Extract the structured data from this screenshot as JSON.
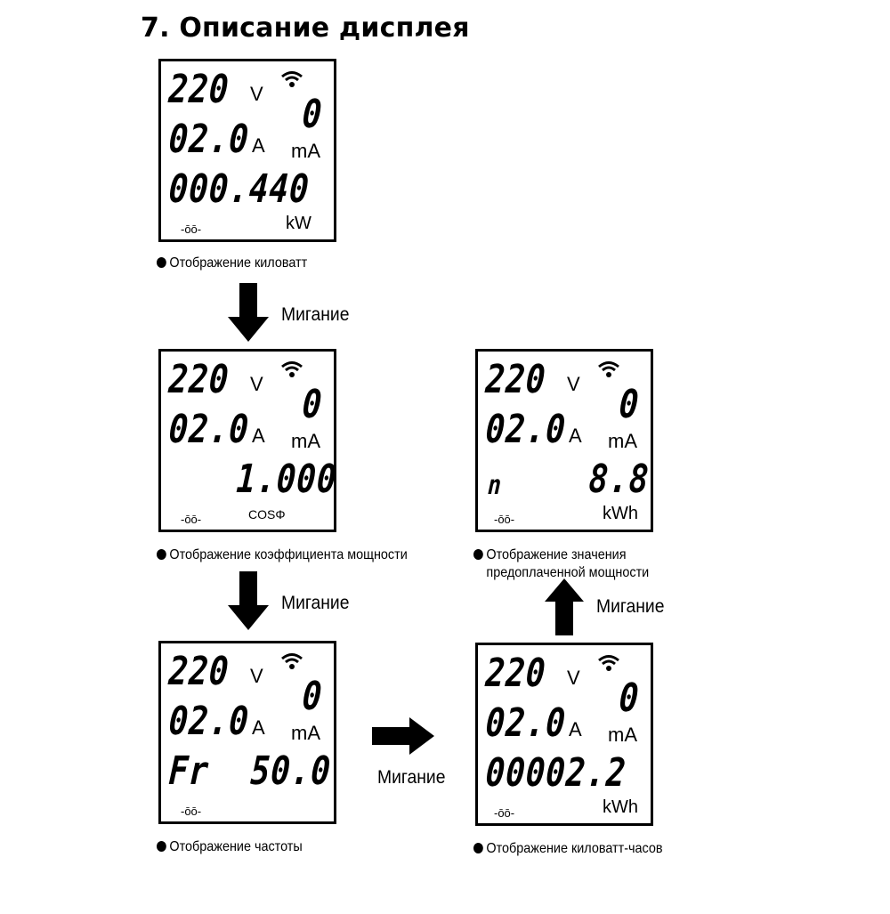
{
  "title": "7. Описание дисплея",
  "blink_label": "Мигание",
  "screens": {
    "kw": {
      "voltage": "220",
      "voltage_unit": "V",
      "leak": "0",
      "current": "02.0",
      "current_unit": "A",
      "leak_unit": "mA",
      "main_value": "000.440",
      "main_unit": "kW",
      "symbol": "-ōō-",
      "caption": "Отображение киловатт"
    },
    "pf": {
      "voltage": "220",
      "voltage_unit": "V",
      "leak": "0",
      "current": "02.0",
      "current_unit": "A",
      "leak_unit": "mA",
      "main_value": "1.000",
      "main_unit": "COSΦ",
      "symbol": "-ōō-",
      "caption": "Отображение коэффициента мощности"
    },
    "prepaid": {
      "voltage": "220",
      "voltage_unit": "V",
      "leak": "0",
      "current": "02.0",
      "current_unit": "A",
      "leak_unit": "mA",
      "prefix": "n",
      "main_value": "8.8",
      "main_unit": "kWh",
      "symbol": "-ōō-",
      "caption_line1": "Отображение значения",
      "caption_line2": "предоплаченной мощности"
    },
    "freq": {
      "voltage": "220",
      "voltage_unit": "V",
      "leak": "0",
      "current": "02.0",
      "current_unit": "A",
      "leak_unit": "mA",
      "prefix": "Fr",
      "main_value": "50.0",
      "symbol": "-ōō-",
      "caption": "Отображение частоты"
    },
    "kwh": {
      "voltage": "220",
      "voltage_unit": "V",
      "leak": "0",
      "current": "02.0",
      "current_unit": "A",
      "leak_unit": "mA",
      "main_value": "00002.2",
      "main_unit": "kWh",
      "symbol": "-ōō-",
      "caption": "Отображение киловатт-часов"
    }
  }
}
